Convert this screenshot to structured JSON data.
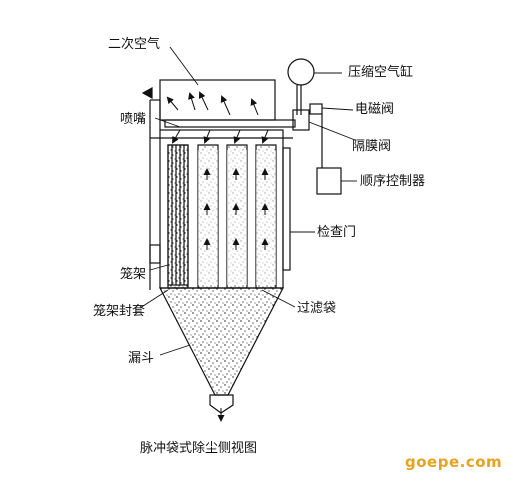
{
  "labels": {
    "secondary_air": "二次空气",
    "compressed_air_tank": "压缩空气缸",
    "solenoid_valve": "电磁阀",
    "nozzle": "喷嘴",
    "diaphragm_valve": "隔膜阀",
    "sequence_controller": "顺序控制器",
    "inspection_door": "检查门",
    "cage_frame": "笼架",
    "cage_frame_cover": "笼架封套",
    "filter_bag": "过滤袋",
    "hopper": "漏斗"
  },
  "caption": "脉冲袋式除尘侧视图",
  "watermark": "goepe.com",
  "colors": {
    "stroke": "#111111",
    "watermark": "#e8a21c"
  }
}
